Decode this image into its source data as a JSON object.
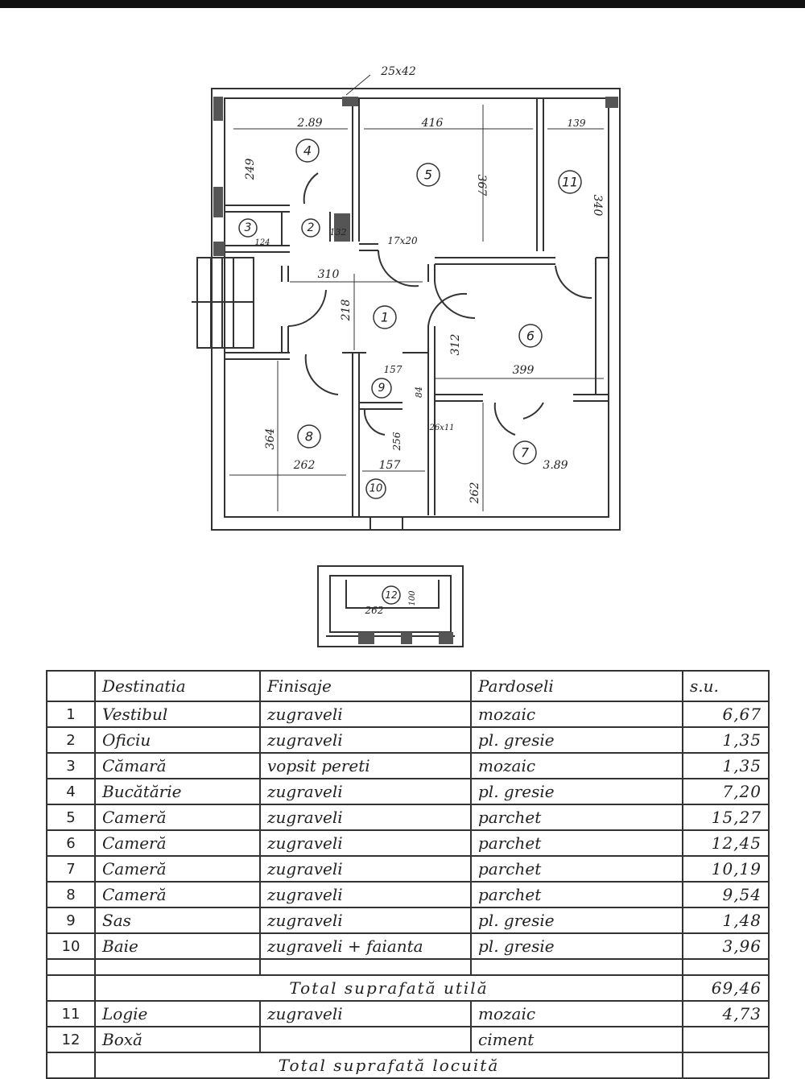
{
  "plan": {
    "ann_top": "25x42",
    "ann_17x20": "17x20",
    "ann_26x11": "26x11",
    "rooms": [
      {
        "num": "1"
      },
      {
        "num": "2"
      },
      {
        "num": "3"
      },
      {
        "num": "4"
      },
      {
        "num": "5"
      },
      {
        "num": "6"
      },
      {
        "num": "7"
      },
      {
        "num": "8"
      },
      {
        "num": "9"
      },
      {
        "num": "10"
      },
      {
        "num": "11"
      },
      {
        "num": "12"
      }
    ],
    "dims": {
      "r4_w": "2.89",
      "r4_h": "249",
      "r5_w": "416",
      "r5_h": "367",
      "r11_w": "139",
      "r11_h": "340",
      "r2_w": "132",
      "r3_w": "124",
      "r1_w": "310",
      "r1_h": "218",
      "r6_h": "312",
      "r6_w": "399",
      "r9_w": "157",
      "r9_h": "84",
      "r8_h": "364",
      "r8_w": "262",
      "r10_w": "157",
      "r10_h": "256",
      "r7_w": "3.89",
      "r7_h": "262",
      "r12_w": "262",
      "r12_h": "100"
    }
  },
  "table": {
    "headers": [
      "",
      "Destinatia",
      "Finisaje",
      "Pardoseli",
      "s.u."
    ],
    "rows": [
      {
        "nr": "1",
        "dest": "Vestibul",
        "fin": "zugraveli",
        "pard": "mozaic",
        "su": "6,67"
      },
      {
        "nr": "2",
        "dest": "Oficiu",
        "fin": "zugraveli",
        "pard": "pl. gresie",
        "su": "1,35"
      },
      {
        "nr": "3",
        "dest": "Cămară",
        "fin": "vopsit pereti",
        "pard": "mozaic",
        "su": "1,35"
      },
      {
        "nr": "4",
        "dest": "Bucătărie",
        "fin": "zugraveli",
        "pard": "pl. gresie",
        "su": "7,20"
      },
      {
        "nr": "5",
        "dest": "Cameră",
        "fin": "zugraveli",
        "pard": "parchet",
        "su": "15,27"
      },
      {
        "nr": "6",
        "dest": "Cameră",
        "fin": "zugraveli",
        "pard": "parchet",
        "su": "12,45"
      },
      {
        "nr": "7",
        "dest": "Cameră",
        "fin": "zugraveli",
        "pard": "parchet",
        "su": "10,19"
      },
      {
        "nr": "8",
        "dest": "Cameră",
        "fin": "zugraveli",
        "pard": "parchet",
        "su": "9,54"
      },
      {
        "nr": "9",
        "dest": "Sas",
        "fin": "zugraveli",
        "pard": "pl. gresie",
        "su": "1,48"
      },
      {
        "nr": "10",
        "dest": "Baie",
        "fin": "zugraveli + faianta",
        "pard": "pl. gresie",
        "su": "3,96"
      }
    ],
    "total_util_label": "Total suprafată utilă",
    "total_util_value": "69,46",
    "rows2": [
      {
        "nr": "11",
        "dest": "Logie",
        "fin": "zugraveli",
        "pard": "mozaic",
        "su": "4,73"
      },
      {
        "nr": "12",
        "dest": "Boxă",
        "fin": "",
        "pard": "ciment",
        "su": ""
      }
    ],
    "total_loc_label": "Total suprafată locuită"
  }
}
